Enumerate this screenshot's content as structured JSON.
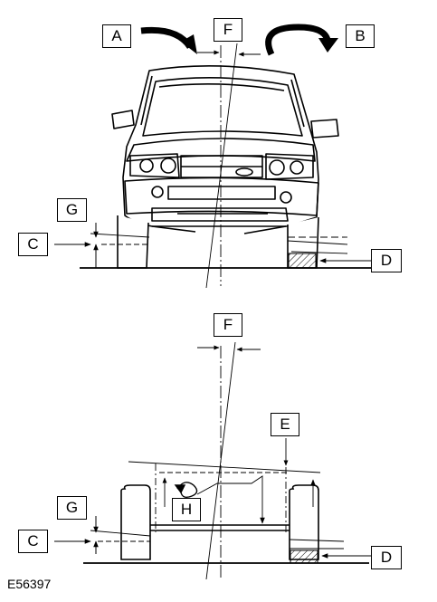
{
  "labels": {
    "a": "A",
    "b": "B",
    "c": "C",
    "d": "D",
    "e": "E",
    "f": "F",
    "g": "G",
    "h": "H"
  },
  "figure_ref": "E56397",
  "colors": {
    "line": "#000000",
    "background": "#ffffff"
  }
}
